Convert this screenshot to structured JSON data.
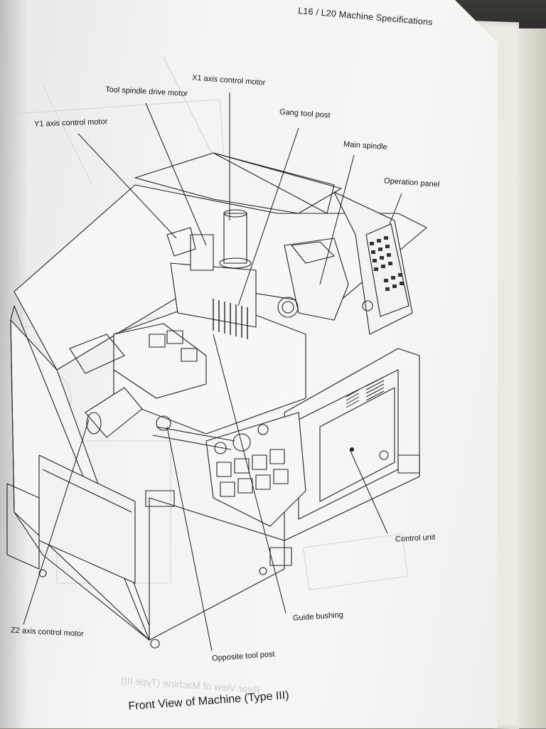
{
  "page": {
    "header": "L16 / L20  Machine Specifications",
    "figure_caption": "Front View of Machine (Type III)",
    "show_through_caption": "Rear View of Machine (Type III)"
  },
  "labels": {
    "x1_axis_control_motor": "X1 axis control motor",
    "tool_spindle_drive_motor": "Tool spindle drive motor",
    "y1_axis_control_motor": "Y1 axis control motor",
    "gang_tool_post": "Gang tool post",
    "main_spindle": "Main spindle",
    "operation_panel": "Operation panel",
    "control_unit": "Control unit",
    "guide_bushing": "Guide bushing",
    "opposite_tool_post": "Opposite tool post",
    "z2_axis_control_motor": "Z2 axis control motor"
  },
  "colors": {
    "ink": "#161616",
    "paper": "#f4f4f3",
    "show_through": "#c9c9c9"
  }
}
